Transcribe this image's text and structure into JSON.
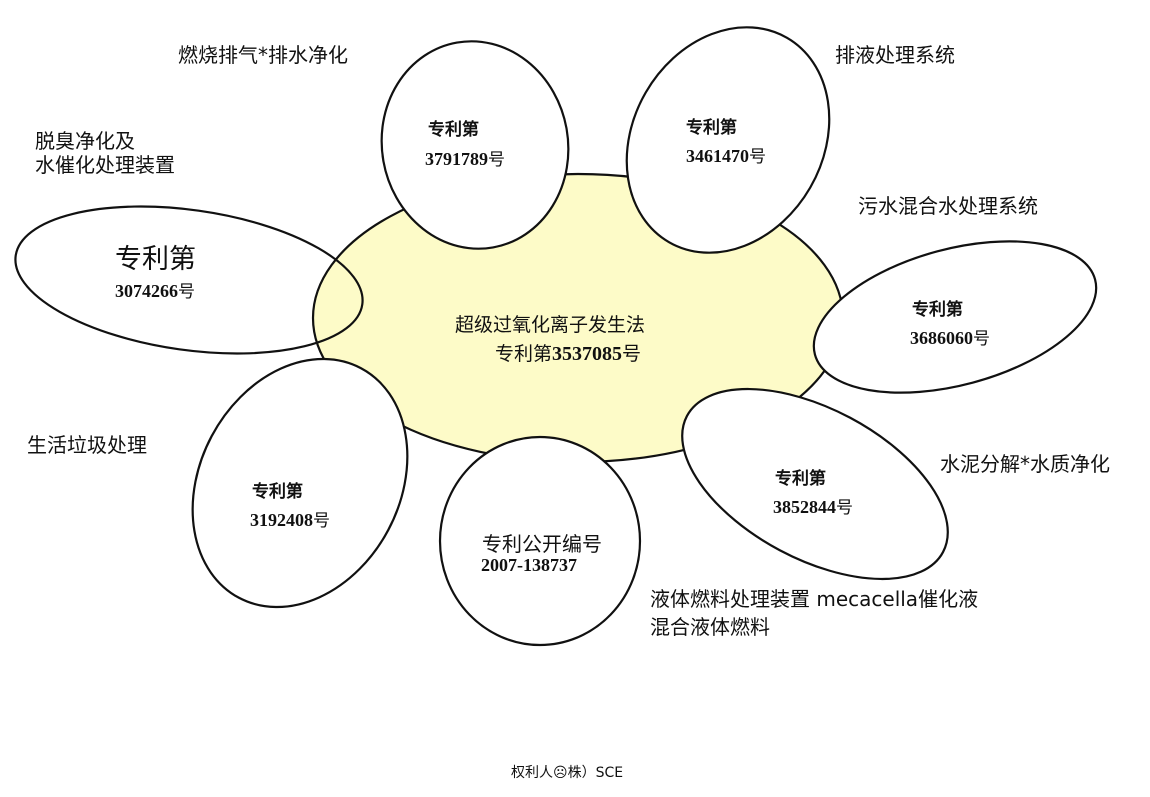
{
  "center": {
    "title": "超级过氧化离子发生法",
    "prefix": "专利第",
    "number": "3537085",
    "suffix": "号",
    "fill": "#fdfbc8"
  },
  "petals": [
    {
      "prefix": "专利第",
      "number": "3791789",
      "suffix": "号",
      "caption": "燃烧排气*排水净化"
    },
    {
      "prefix": "专利第",
      "number": "3461470",
      "suffix": "号",
      "caption": "排液处理系统"
    },
    {
      "prefix": "专利第",
      "number": "3074266",
      "suffix": "号",
      "caption_line1": "脱臭净化及",
      "caption_line2": "水催化处理装置"
    },
    {
      "prefix": "专利第",
      "number": "3686060",
      "suffix": "号",
      "caption": "污水混合水处理系统"
    },
    {
      "prefix": "专利第",
      "number": "3192408",
      "suffix": "号",
      "caption": "生活垃圾处理"
    },
    {
      "prefix": "专利公开编号",
      "number": "2007-138737",
      "caption_line1": "液体燃料处理装置 mecacella催化液",
      "caption_line2": "混合液体燃料"
    },
    {
      "prefix": "专利第",
      "number": "3852844",
      "suffix": "号",
      "caption": "水泥分解*水质净化"
    }
  ],
  "footer": "权利人☹株）SCE"
}
